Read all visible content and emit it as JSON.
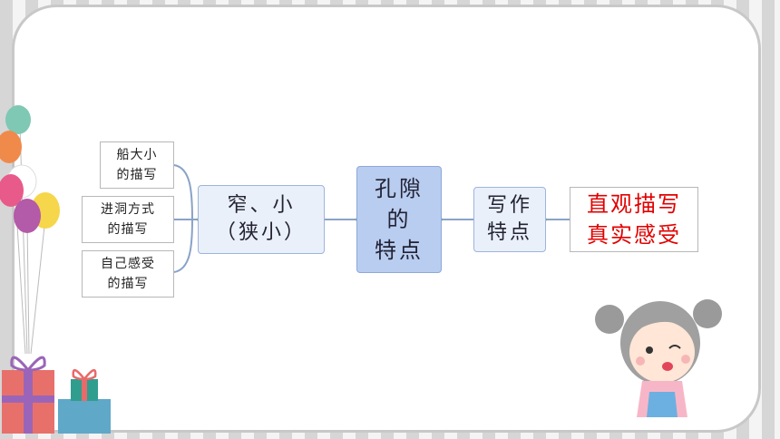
{
  "mindmap": {
    "leaves": [
      {
        "label": "船大小\n的描写"
      },
      {
        "label": "进洞方式\n的描写"
      },
      {
        "label": "自己感受\n的描写"
      }
    ],
    "narrow": {
      "label": "窄、小\n（狭小）"
    },
    "center": {
      "label": "孔隙\n的\n特点"
    },
    "writing": {
      "label": "写作\n特点"
    },
    "result": {
      "label": "直观描写\n真实感受"
    }
  },
  "colors": {
    "result_text": "#e10000",
    "center_fill": "#b9cdf0",
    "node_border": "#9db4dc",
    "connector": "#8aa2c8"
  }
}
